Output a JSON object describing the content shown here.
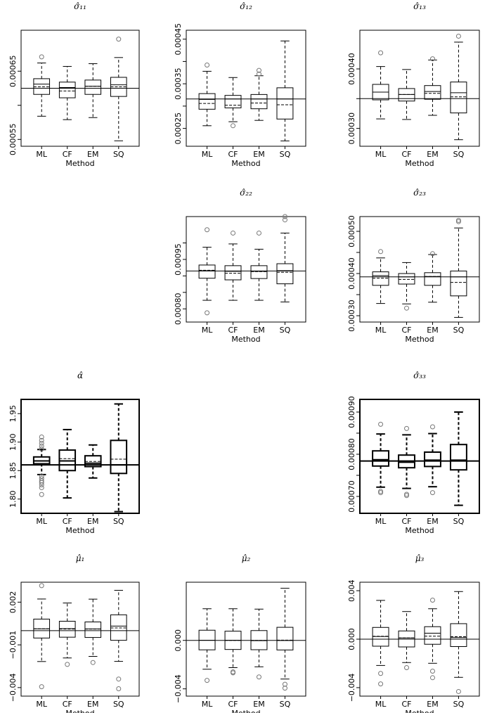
{
  "chart_data": [
    {
      "type": "box",
      "title": "σ̂₁₁",
      "xlabel": "Method",
      "categories": [
        "ML",
        "CF",
        "EM",
        "SQ"
      ],
      "ylim": [
        0.00054,
        0.00071
      ],
      "yticks": [
        0.00055,
        0.0006,
        0.00065
      ],
      "ytick_labels": [
        "0.00055",
        "",
        "0.00065"
      ],
      "reference_line": 0.000625,
      "boxes": [
        {
          "min": 0.000584,
          "q1": 0.000616,
          "median": 0.000631,
          "mean": 0.000627,
          "q3": 0.000639,
          "max": 0.000662,
          "outliers": [
            0.000671
          ]
        },
        {
          "min": 0.000579,
          "q1": 0.000611,
          "median": 0.000626,
          "mean": 0.000621,
          "q3": 0.000634,
          "max": 0.000657,
          "outliers": []
        },
        {
          "min": 0.000582,
          "q1": 0.000616,
          "median": 0.000628,
          "mean": 0.000628,
          "q3": 0.000637,
          "max": 0.000661,
          "outliers": []
        },
        {
          "min": 0.000548,
          "q1": 0.000613,
          "median": 0.00063,
          "mean": 0.000627,
          "q3": 0.000641,
          "max": 0.00067,
          "outliers": [
            0.000697
          ]
        }
      ]
    },
    {
      "type": "box",
      "title": "σ̂₁₂",
      "xlabel": "Method",
      "categories": [
        "ML",
        "CF",
        "EM",
        "SQ"
      ],
      "ylim": [
        0.00021,
        0.00047
      ],
      "yticks": [
        0.00025,
        0.0003,
        0.00035,
        0.0004,
        0.00045
      ],
      "ytick_labels": [
        "0.00025",
        "",
        "0.00035",
        "",
        "0.00045"
      ],
      "reference_line": 0.000316,
      "boxes": [
        {
          "min": 0.000256,
          "q1": 0.000293,
          "median": 0.000315,
          "mean": 0.000306,
          "q3": 0.000328,
          "max": 0.000378,
          "outliers": [
            0.000392
          ]
        },
        {
          "min": 0.000265,
          "q1": 0.000296,
          "median": 0.000316,
          "mean": 0.000302,
          "q3": 0.000324,
          "max": 0.000364,
          "outliers": [
            0.000256
          ]
        },
        {
          "min": 0.000268,
          "q1": 0.000294,
          "median": 0.000316,
          "mean": 0.000307,
          "q3": 0.000326,
          "max": 0.000368,
          "outliers": [
            0.00038,
            0.000372
          ]
        },
        {
          "min": 0.000222,
          "q1": 0.000271,
          "median": 0.000316,
          "mean": 0.000303,
          "q3": 0.000341,
          "max": 0.000446,
          "outliers": []
        }
      ]
    },
    {
      "type": "box",
      "title": "σ̂₁₃",
      "xlabel": "Method",
      "categories": [
        "ML",
        "CF",
        "EM",
        "SQ"
      ],
      "ylim": [
        0.00027,
        0.000465
      ],
      "yticks": [
        0.0003,
        0.00035,
        0.0004
      ],
      "ytick_labels": [
        "0.00030",
        "",
        "0.00040"
      ],
      "reference_line": 0.00035,
      "boxes": [
        {
          "min": 0.000316,
          "q1": 0.000348,
          "median": 0.000361,
          "mean": 0.000361,
          "q3": 0.000374,
          "max": 0.000404,
          "outliers": [
            0.000427
          ]
        },
        {
          "min": 0.000315,
          "q1": 0.000346,
          "median": 0.000357,
          "mean": 0.000357,
          "q3": 0.000367,
          "max": 0.000399,
          "outliers": []
        },
        {
          "min": 0.000322,
          "q1": 0.000349,
          "median": 0.000362,
          "mean": 0.000359,
          "q3": 0.000372,
          "max": 0.000415,
          "outliers": [
            0.000417
          ]
        },
        {
          "min": 0.000281,
          "q1": 0.000326,
          "median": 0.00036,
          "mean": 0.000353,
          "q3": 0.000378,
          "max": 0.000445,
          "outliers": [
            0.000455
          ]
        }
      ]
    },
    {
      "type": "box",
      "title": "σ̂₂₂",
      "xlabel": "Method",
      "categories": [
        "ML",
        "CF",
        "EM",
        "SQ"
      ],
      "ylim": [
        0.00076,
        0.00108
      ],
      "yticks": [
        0.0008,
        0.00085,
        0.0009,
        0.00095,
        0.001
      ],
      "ytick_labels": [
        "0.00080",
        "",
        "",
        "0.00095",
        ""
      ],
      "reference_line": 0.000915,
      "boxes": [
        {
          "min": 0.000826,
          "q1": 0.000893,
          "median": 0.000916,
          "mean": 0.000917,
          "q3": 0.000933,
          "max": 0.000987,
          "outliers": [
            0.00104,
            0.000788
          ]
        },
        {
          "min": 0.000826,
          "q1": 0.000888,
          "median": 0.000914,
          "mean": 0.000908,
          "q3": 0.000931,
          "max": 0.000997,
          "outliers": [
            0.00103
          ]
        },
        {
          "min": 0.000826,
          "q1": 0.000892,
          "median": 0.000914,
          "mean": 0.000913,
          "q3": 0.000931,
          "max": 0.000981,
          "outliers": [
            0.00103
          ]
        },
        {
          "min": 0.000821,
          "q1": 0.000876,
          "median": 0.000916,
          "mean": 0.000911,
          "q3": 0.000937,
          "max": 0.00103,
          "outliers": [
            0.00108,
            0.00107
          ]
        }
      ]
    },
    {
      "type": "box",
      "title": "σ̂₂₃",
      "xlabel": "Method",
      "categories": [
        "ML",
        "CF",
        "EM",
        "SQ"
      ],
      "ylim": [
        0.000285,
        0.000535
      ],
      "yticks": [
        0.0003,
        0.00035,
        0.0004,
        0.00045,
        0.0005
      ],
      "ytick_labels": [
        "0.00030",
        "",
        "0.00040",
        "",
        "0.00050"
      ],
      "reference_line": 0.000392,
      "boxes": [
        {
          "min": 0.000329,
          "q1": 0.000372,
          "median": 0.000395,
          "mean": 0.000389,
          "q3": 0.000404,
          "max": 0.000437,
          "outliers": [
            0.000452
          ]
        },
        {
          "min": 0.000328,
          "q1": 0.000375,
          "median": 0.000392,
          "mean": 0.000386,
          "q3": 0.0004,
          "max": 0.000426,
          "outliers": [
            0.000318
          ]
        },
        {
          "min": 0.000332,
          "q1": 0.000372,
          "median": 0.000393,
          "mean": 0.000393,
          "q3": 0.000402,
          "max": 0.000445,
          "outliers": [
            0.000447
          ]
        },
        {
          "min": 0.000296,
          "q1": 0.000347,
          "median": 0.000392,
          "mean": 0.000379,
          "q3": 0.000406,
          "max": 0.000508,
          "outliers": [
            0.000526,
            0.000523
          ]
        }
      ]
    },
    {
      "type": "box",
      "title": "α̂",
      "xlabel": "Method",
      "categories": [
        "ML",
        "CF",
        "EM",
        "SQ"
      ],
      "ylim": [
        1.775,
        1.975
      ],
      "yticks": [
        1.8,
        1.85,
        1.9,
        1.95
      ],
      "ytick_labels": [
        "1.80",
        "1.85",
        "1.90",
        "1.95"
      ],
      "reference_line": 1.86,
      "boxes": [
        {
          "min": 1.843,
          "q1": 1.862,
          "median": 1.867,
          "mean": 1.867,
          "q3": 1.874,
          "max": 1.887,
          "outliers": [
            1.909,
            1.903,
            1.898,
            1.893,
            1.888,
            1.84,
            1.836,
            1.832,
            1.829,
            1.825,
            1.82,
            1.808
          ]
        },
        {
          "min": 1.802,
          "q1": 1.85,
          "median": 1.867,
          "mean": 1.871,
          "q3": 1.886,
          "max": 1.922,
          "outliers": []
        },
        {
          "min": 1.837,
          "q1": 1.857,
          "median": 1.863,
          "mean": 1.866,
          "q3": 1.876,
          "max": 1.895,
          "outliers": []
        },
        {
          "min": 1.778,
          "q1": 1.845,
          "median": 1.86,
          "mean": 1.87,
          "q3": 1.903,
          "max": 1.967,
          "outliers": []
        }
      ]
    },
    {
      "type": "box",
      "title": "σ̂₃₃",
      "xlabel": "Method",
      "categories": [
        "ML",
        "CF",
        "EM",
        "SQ"
      ],
      "ylim": [
        0.00066,
        0.00093
      ],
      "yticks": [
        0.0007,
        0.00075,
        0.0008,
        0.00085,
        0.0009
      ],
      "ytick_labels": [
        "0.00070",
        "",
        "0.00080",
        "",
        "0.00090"
      ],
      "reference_line": 0.000784,
      "boxes": [
        {
          "min": 0.000722,
          "q1": 0.000772,
          "median": 0.000787,
          "mean": 0.000786,
          "q3": 0.000808,
          "max": 0.000848,
          "outliers": [
            0.000871,
            0.000712,
            0.000709
          ]
        },
        {
          "min": 0.000719,
          "q1": 0.000768,
          "median": 0.000781,
          "mean": 0.000784,
          "q3": 0.000798,
          "max": 0.000846,
          "outliers": [
            0.000861,
            0.000705,
            0.000702
          ]
        },
        {
          "min": 0.000723,
          "q1": 0.000771,
          "median": 0.000786,
          "mean": 0.000784,
          "q3": 0.000805,
          "max": 0.000849,
          "outliers": [
            0.000865,
            0.000709
          ]
        },
        {
          "min": 0.000679,
          "q1": 0.000763,
          "median": 0.000786,
          "mean": 0.000786,
          "q3": 0.000823,
          "max": 0.0009,
          "outliers": []
        }
      ]
    },
    {
      "type": "box",
      "title": "μ̂₁",
      "xlabel": "Method",
      "categories": [
        "ML",
        "CF",
        "EM",
        "SQ"
      ],
      "ylim": [
        -0.0046,
        0.0034
      ],
      "yticks": [
        -0.004,
        -0.001,
        0.002
      ],
      "ytick_labels": [
        "−0.004",
        "−0.001",
        "0.002"
      ],
      "reference_line": 0.0,
      "boxes": [
        {
          "min": -0.00217,
          "q1": -0.00052,
          "median": 0.00013,
          "mean": 0.00013,
          "q3": 0.00081,
          "max": 0.00222,
          "outliers": [
            0.00316,
            -0.00394
          ]
        },
        {
          "min": -0.00192,
          "q1": -0.00046,
          "median": 0.00014,
          "mean": 0.00011,
          "q3": 0.00066,
          "max": 0.00194,
          "outliers": [
            -0.00237
          ]
        },
        {
          "min": -0.00181,
          "q1": -0.00048,
          "median": 0.00012,
          "mean": 0.00011,
          "q3": 0.00061,
          "max": 0.00221,
          "outliers": [
            -0.00224
          ]
        },
        {
          "min": -0.00216,
          "q1": -0.00068,
          "median": 0.00032,
          "mean": 0.00019,
          "q3": 0.00111,
          "max": 0.00283,
          "outliers": [
            -0.0034,
            -0.00408
          ]
        }
      ]
    },
    {
      "type": "box",
      "title": "μ̂₂",
      "xlabel": "Method",
      "categories": [
        "ML",
        "CF",
        "EM",
        "SQ"
      ],
      "ylim": [
        -0.0046,
        0.0048
      ],
      "yticks": [
        -0.004,
        0.0
      ],
      "ytick_labels": [
        "−0.004",
        "0.000"
      ],
      "reference_line": 0.0,
      "boxes": [
        {
          "min": -0.00238,
          "q1": -0.00078,
          "median": 1e-05,
          "mean": 1e-05,
          "q3": 0.00084,
          "max": 0.00261,
          "outliers": [
            -0.0033
          ]
        },
        {
          "min": -0.00225,
          "q1": -0.00075,
          "median": 1e-05,
          "mean": 0.0,
          "q3": 0.00076,
          "max": 0.00261,
          "outliers": [
            -0.00268,
            -0.0026
          ]
        },
        {
          "min": -0.00218,
          "q1": -0.00077,
          "median": -2e-05,
          "mean": 0.0,
          "q3": 0.00081,
          "max": 0.00258,
          "outliers": [
            -0.00302
          ]
        },
        {
          "min": -0.00319,
          "q1": -0.00079,
          "median": -1e-05,
          "mean": 2e-05,
          "q3": 0.00108,
          "max": 0.0043,
          "outliers": [
            -0.00362,
            -0.00394
          ]
        }
      ]
    },
    {
      "type": "box",
      "title": "μ̂₃",
      "xlabel": "Method",
      "categories": [
        "ML",
        "CF",
        "EM",
        "SQ"
      ],
      "ylim": [
        -0.0047,
        0.0047
      ],
      "yticks": [
        -0.004,
        0.0,
        0.004
      ],
      "ytick_labels": [
        "−0.004",
        "0.000",
        "0.004"
      ],
      "reference_line": 0.0,
      "boxes": [
        {
          "min": -0.00217,
          "q1": -0.00058,
          "median": 0.00022,
          "mean": 0.00024,
          "q3": 0.00097,
          "max": 0.0032,
          "outliers": [
            -0.00283,
            -0.00369
          ]
        },
        {
          "min": -0.00193,
          "q1": -0.00064,
          "median": 0.0001,
          "mean": 0.0001,
          "q3": 0.00068,
          "max": 0.00228,
          "outliers": [
            -0.00235
          ]
        },
        {
          "min": -0.00199,
          "q1": -0.00042,
          "median": 0.00049,
          "mean": 0.00025,
          "q3": 0.00103,
          "max": 0.00251,
          "outliers": [
            0.00322,
            -0.00264,
            -0.00318
          ]
        },
        {
          "min": -0.00315,
          "q1": -0.00061,
          "median": 0.00013,
          "mean": 0.0002,
          "q3": 0.00128,
          "max": 0.00393,
          "outliers": [
            -0.00432
          ]
        }
      ]
    }
  ]
}
